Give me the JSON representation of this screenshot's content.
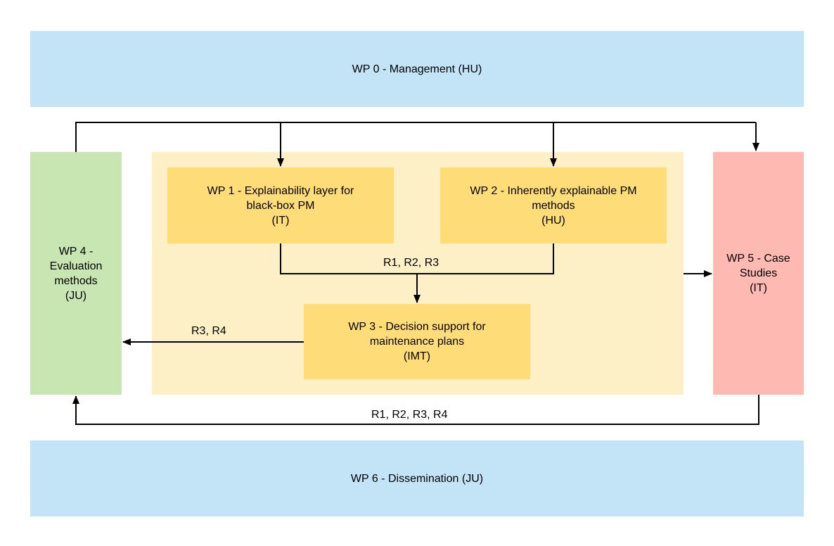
{
  "boxes": {
    "wp0": "WP 0 - Management (HU)",
    "wp1": "WP 1 - Explainability layer for\nblack-box PM\n(IT)",
    "wp2": "WP 2 - Inherently explainable PM\nmethods\n(HU)",
    "wp3": "WP 3 - Decision support for\nmaintenance plans\n(IMT)",
    "wp4": "WP 4 -\nEvaluation\nmethods\n(JU)",
    "wp5": "WP 5 - Case\nStudies\n(IT)",
    "wp6": "WP 6 - Dissemination (JU)"
  },
  "edge_labels": {
    "wp12_to_wp3": "R1, R2, R3",
    "wp3_to_wp4": "R3, R4",
    "wp5_to_wp4": "R1, R2, R3, R4"
  },
  "colors": {
    "management": "#c3e3f6",
    "group": "#fef0c6",
    "core_wp": "#fedc77",
    "evaluation": "#c8e6b1",
    "case_studies": "#feb9b3",
    "line": "#000000"
  }
}
